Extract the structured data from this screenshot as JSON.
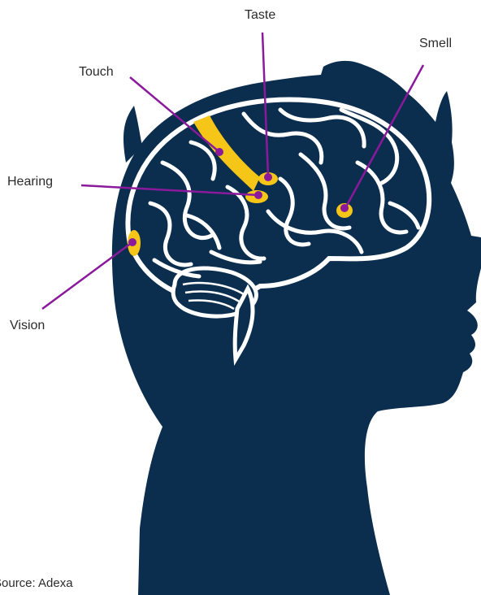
{
  "labels": {
    "taste": "Taste",
    "smell": "Smell",
    "touch": "Touch",
    "hearing": "Hearing",
    "vision": "Vision"
  },
  "source": "Source: Adexa",
  "colors": {
    "silhouette": "#0b2e4f",
    "highlight": "#f5c518",
    "pointer": "#8a1a9b",
    "brain_lines": "#ffffff"
  }
}
